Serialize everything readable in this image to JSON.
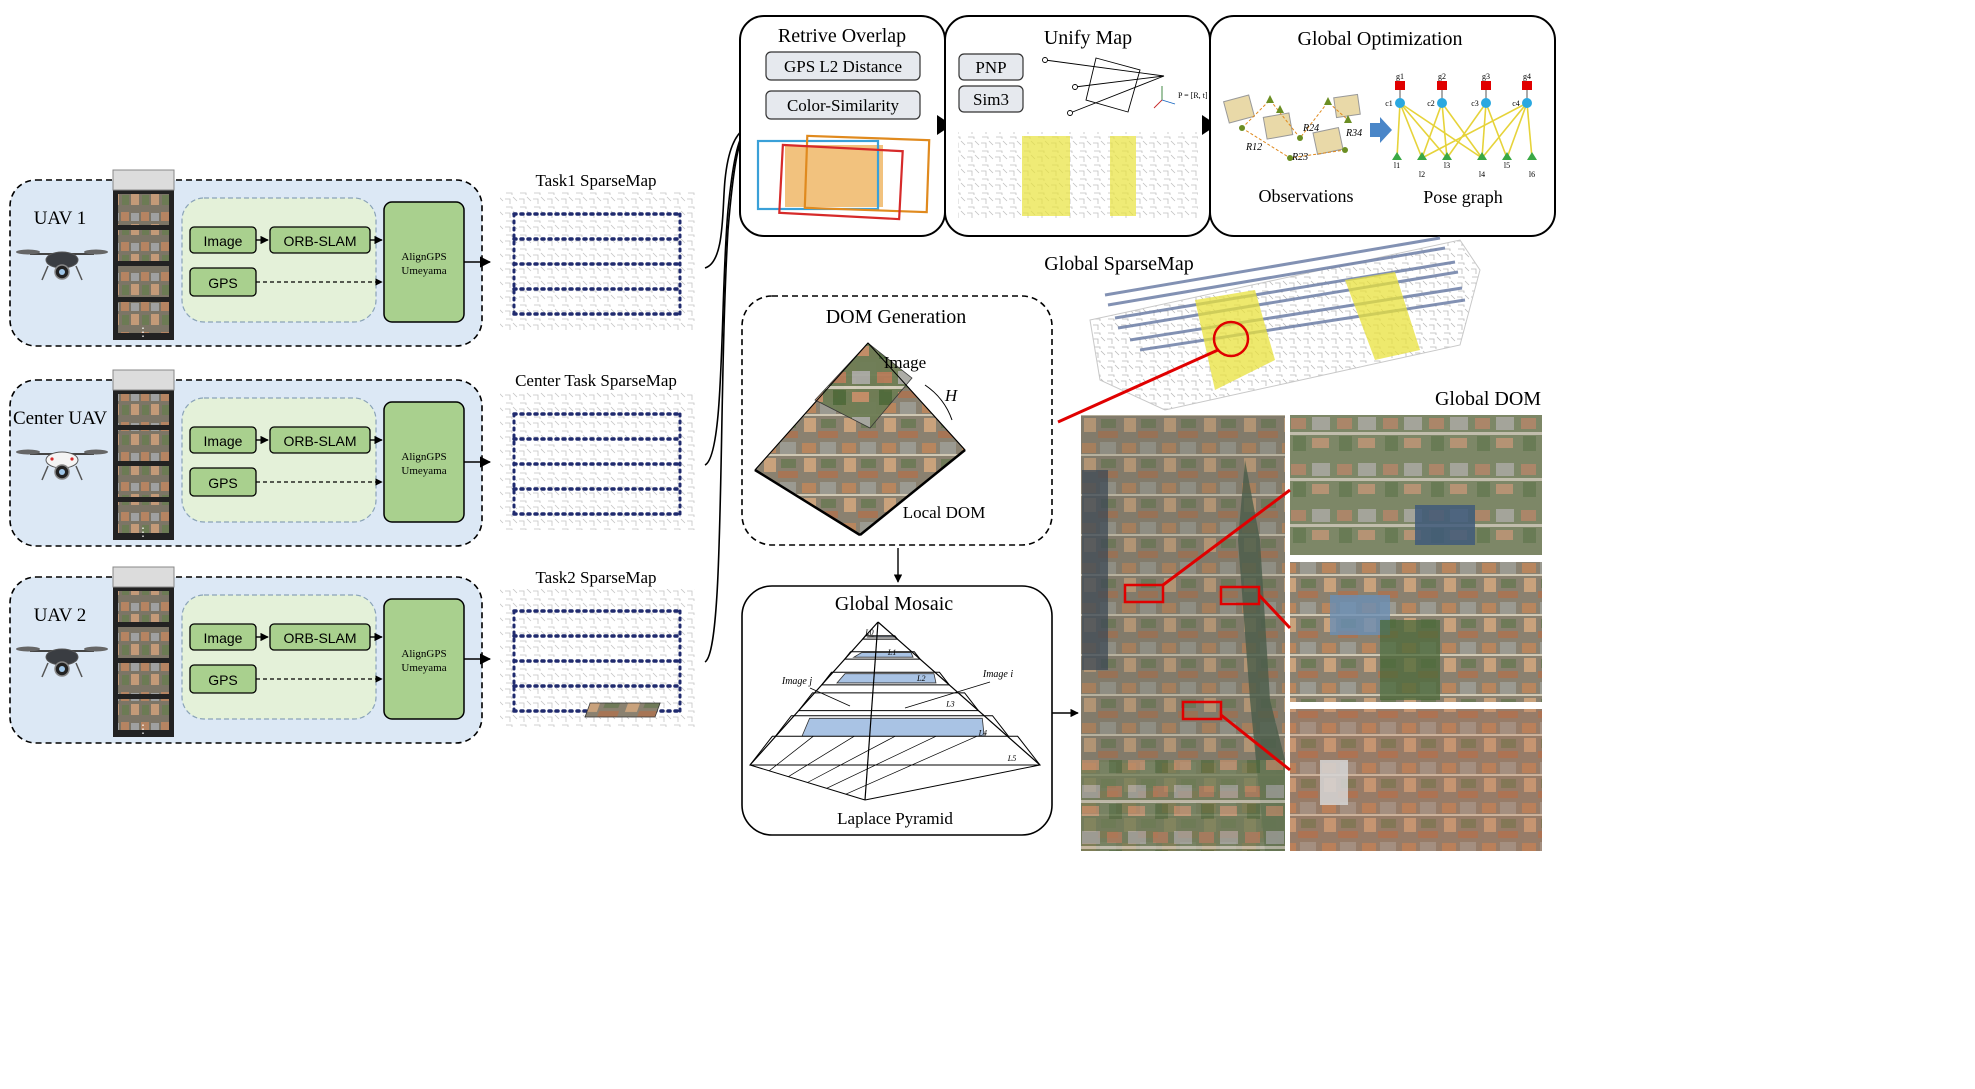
{
  "uav_panels": [
    {
      "name": "UAV 1",
      "drone_style": "dark",
      "image": "Image",
      "orb": "ORB-SLAM",
      "gps": "GPS",
      "align_line1": "AlignGPS",
      "align_line2": "Umeyama",
      "sparse_label": "Task1 SparseMap",
      "more": "⋮"
    },
    {
      "name": "Center UAV",
      "drone_style": "white",
      "image": "Image",
      "orb": "ORB-SLAM",
      "gps": "GPS",
      "align_line1": "AlignGPS",
      "align_line2": "Umeyama",
      "sparse_label": "Center Task SparseMap",
      "more": "⋮"
    },
    {
      "name": "UAV 2",
      "drone_style": "dark",
      "image": "Image",
      "orb": "ORB-SLAM",
      "gps": "GPS",
      "align_line1": "AlignGPS",
      "align_line2": "Umeyama",
      "sparse_label": "Task2 SparseMap",
      "more": "⋮"
    }
  ],
  "retrieve": {
    "title": "Retrive Overlap",
    "btn1": "GPS L2 Distance",
    "btn2": "Color-Similarity",
    "overlap_colors": [
      "#3aa0d8",
      "#e08a1e",
      "#d62a2a"
    ]
  },
  "unify": {
    "title": "Unify Map",
    "btn1": "PNP",
    "btn2": "Sim3",
    "formula": "P = [R, t]"
  },
  "global_opt": {
    "title": "Global Optimization",
    "observations": "Observations",
    "pose_graph": "Pose graph",
    "edge_labels": [
      "R12",
      "R24",
      "R23",
      "R34"
    ],
    "g_labels": [
      "g1",
      "g2",
      "g3",
      "g4"
    ],
    "c_labels": [
      "c1",
      "c2",
      "c3",
      "c4"
    ],
    "l_labels": [
      "l1",
      "l2",
      "l3",
      "l4",
      "l5",
      "l6"
    ]
  },
  "global_sparse_label": "Global SparseMap",
  "dom_gen": {
    "title": "DOM Generation",
    "image": "Image",
    "height": "H",
    "local_dom": "Local DOM"
  },
  "mosaic": {
    "title": "Global Mosaic",
    "footer": "Laplace Pyramid",
    "image_j": "Image j",
    "image_i": "Image i",
    "levels": [
      "L5",
      "L4",
      "L3",
      "L2",
      "L1",
      "L0"
    ]
  },
  "global_dom_label": "Global DOM",
  "colors": {
    "panel_blue": "#dce8f5",
    "inner_green": "#e4f1d9",
    "node_green": "#a9d08e",
    "highlight_red": "#e00000",
    "lidar_yellow": "#e8e23c",
    "track_dot": "#1f2a6e"
  }
}
